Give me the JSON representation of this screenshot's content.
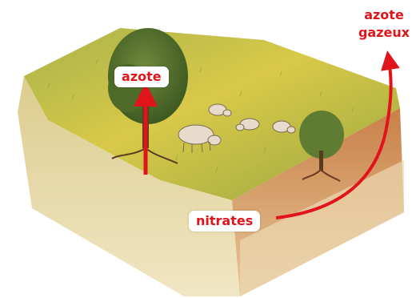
{
  "labels": {
    "tree_label": "azote",
    "soil_label": "nitrates",
    "gas_label_line1": "azote",
    "gas_label_line2": "gazeux"
  },
  "colors": {
    "label_red": "#e0141a",
    "grass": "#c9c24a",
    "soil_light": "#e9d9a8",
    "soil_dark": "#c98b55"
  },
  "icons": [
    "tree",
    "sheep",
    "arrow-up",
    "curved-arrow"
  ]
}
